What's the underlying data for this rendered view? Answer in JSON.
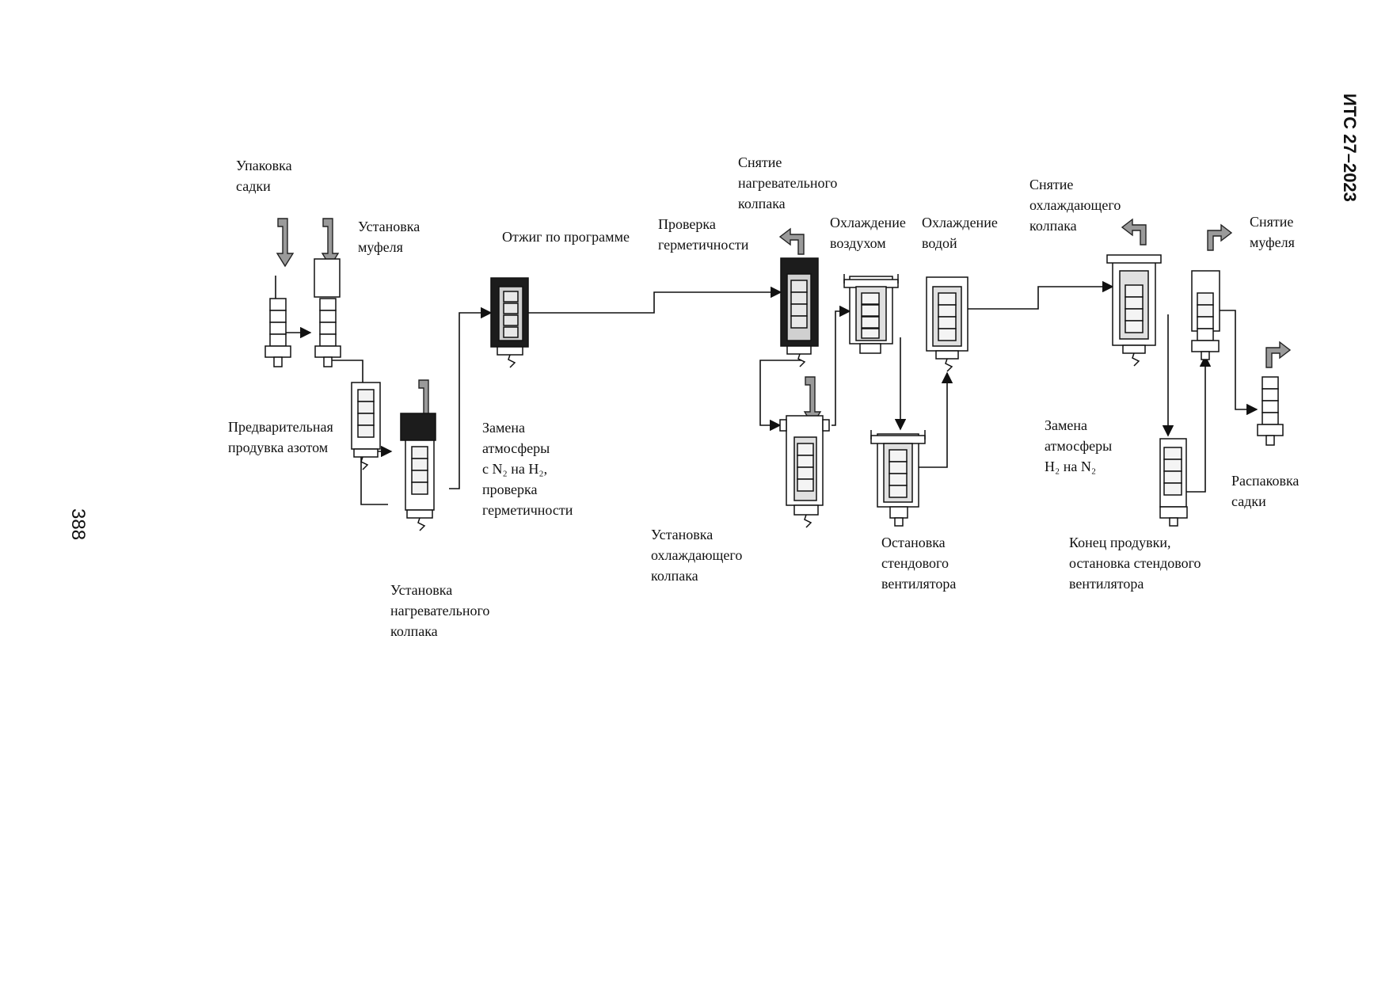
{
  "header": {
    "doc_code": "ИТС 27–2023",
    "page_number": "388"
  },
  "steps": {
    "pack": [
      "Упаковка",
      "садки"
    ],
    "muffle_install": [
      "Установка",
      "муфеля"
    ],
    "n2_purge": [
      "Предварительная",
      "продувка азотом"
    ],
    "heat_hood_install": [
      "Установка",
      "нагревательного",
      "колпака"
    ],
    "atmosphere_swap_a": [
      "Замена",
      "атмосферы",
      "с N₂ на H₂,",
      "проверка",
      "герметичности"
    ],
    "anneal": [
      "Отжиг по программе"
    ],
    "tightness_check": [
      "Проверка",
      "герметичности"
    ],
    "heat_hood_remove": [
      "Снятие",
      "нагревательного",
      "колпака"
    ],
    "cool_hood_install": [
      "Установка",
      "охлаждающего",
      " колпака"
    ],
    "air_cooling": [
      "Охлаждение",
      "воздухом"
    ],
    "water_cooling": [
      "Охлаждение",
      "водой"
    ],
    "fan_stop": [
      "Остановка",
      "стендового",
      "вентилятора"
    ],
    "cool_hood_remove": [
      "Снятие",
      "охлаждающего",
      "колпака"
    ],
    "atmosphere_swap_b": [
      "Замена",
      "атмосферы",
      "H₂ на N₂"
    ],
    "purge_end": [
      "Конец продувки,",
      "остановка стендового",
      "вентилятора"
    ],
    "muffle_remove": [
      "Снятие",
      "муфеля"
    ],
    "unpack": [
      "Распаковка",
      " садки"
    ]
  },
  "colors": {
    "line": "#111111",
    "hood_dark": "#1c1c1c",
    "arrow_fill": "#9a9a9a",
    "cell_fill": "#dcdcdc"
  }
}
